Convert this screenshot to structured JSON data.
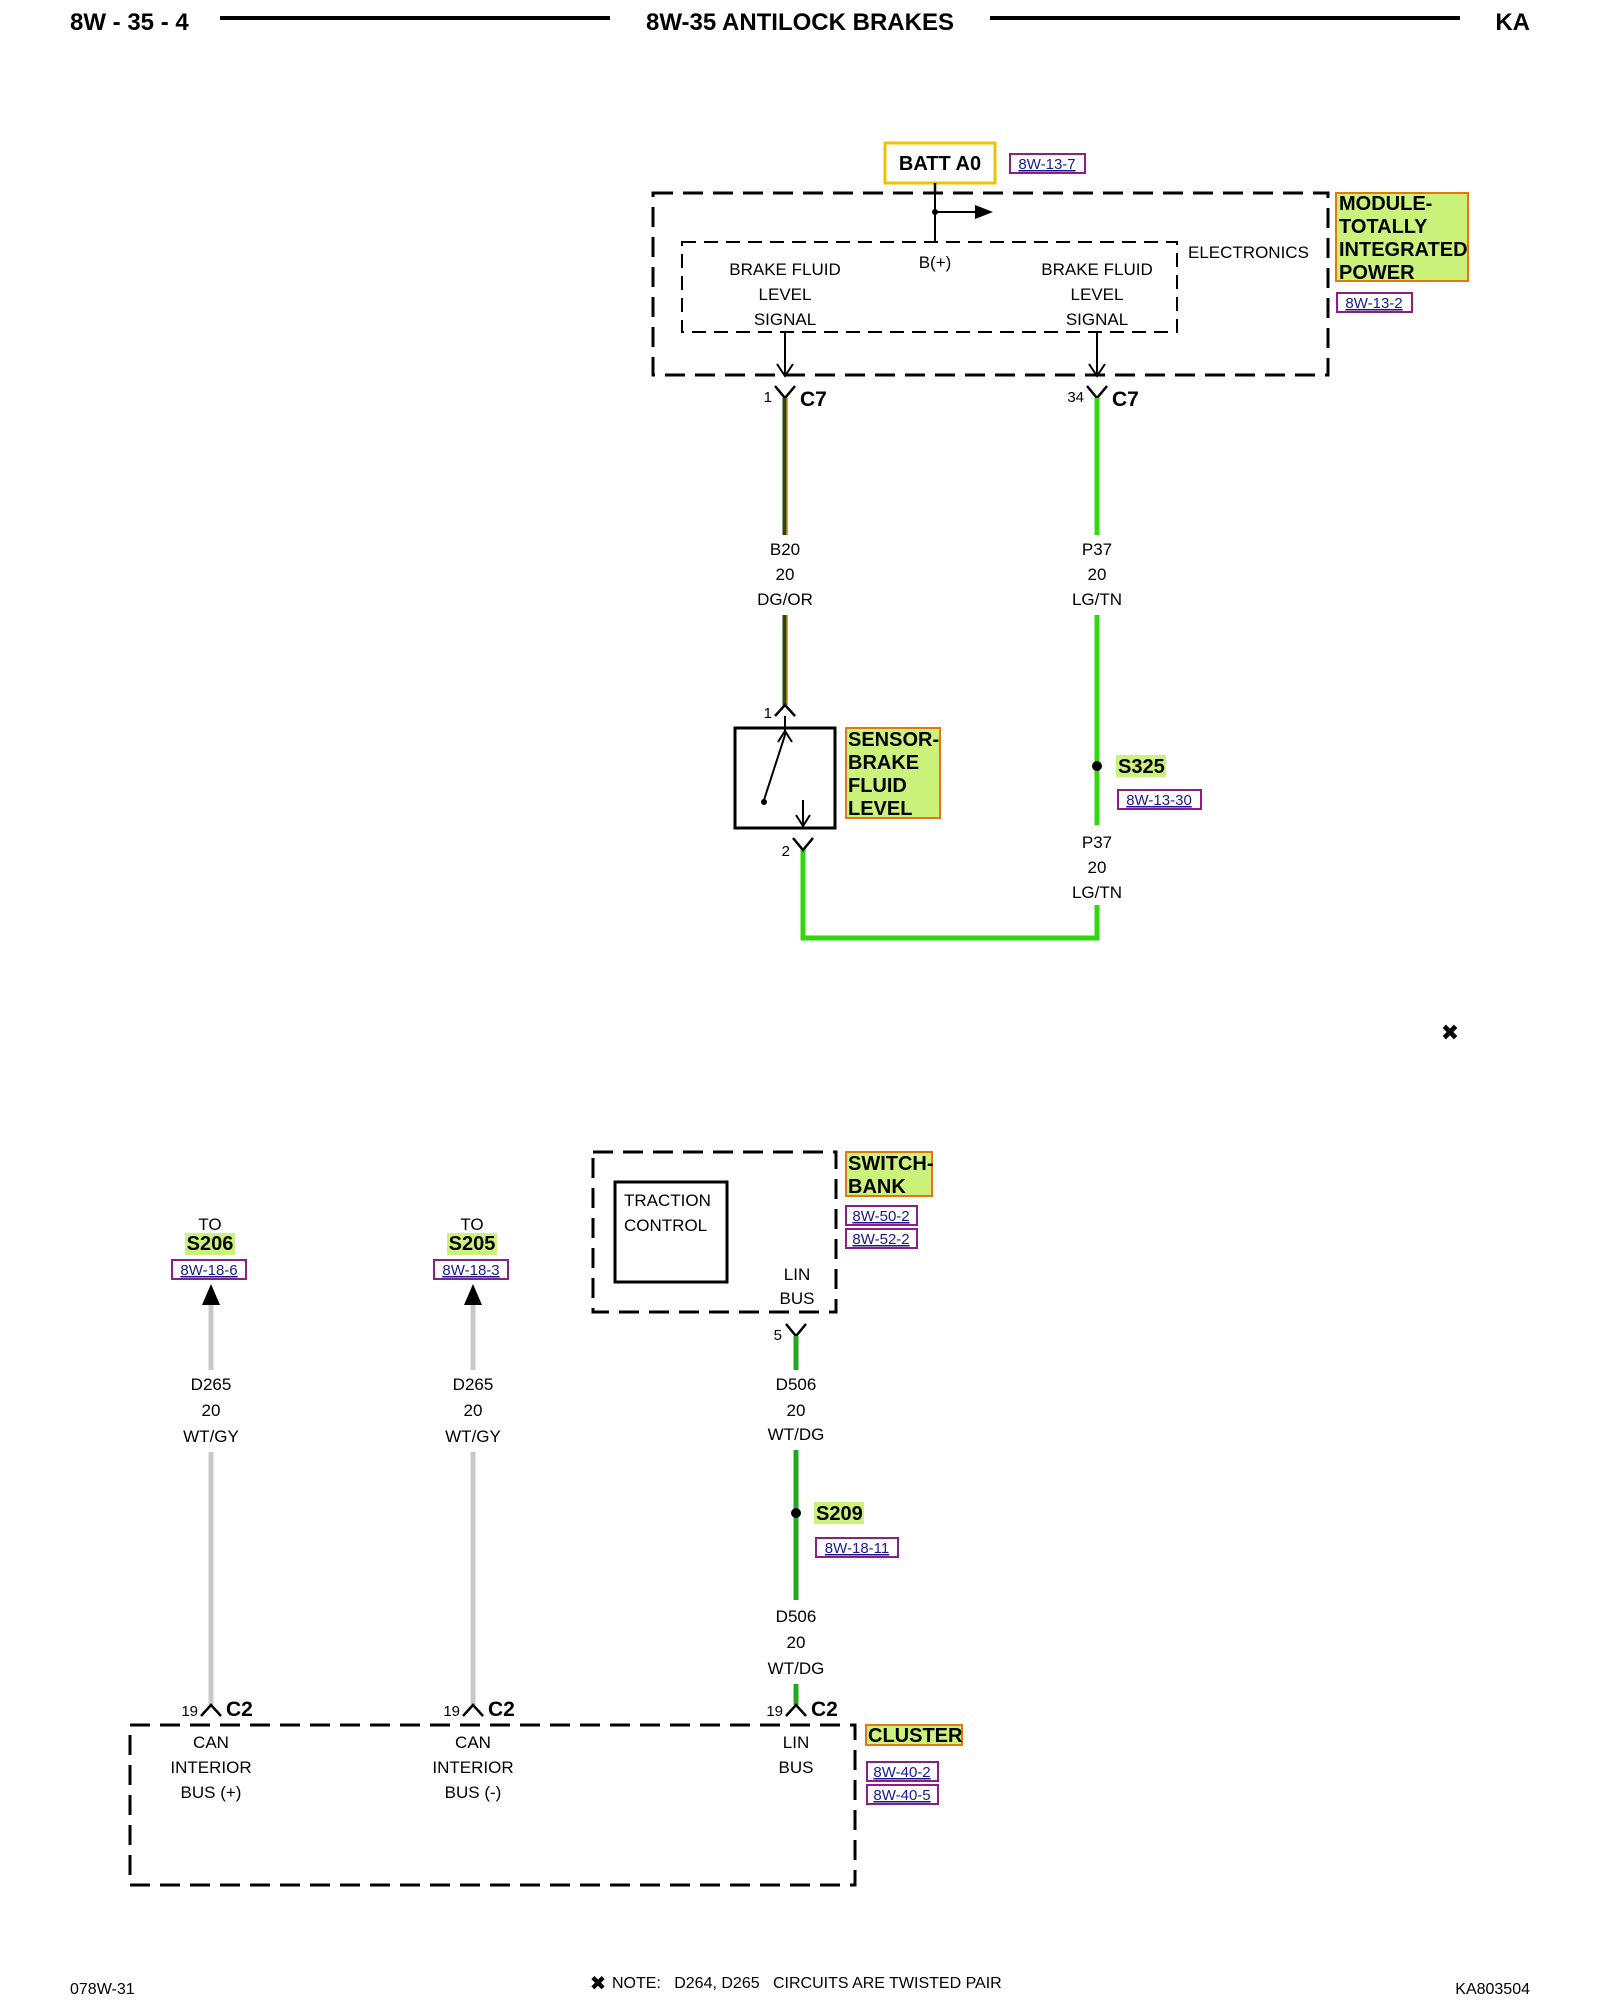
{
  "header": {
    "page_num": "8W - 35 - 4",
    "title": "8W-35 ANTILOCK BRAKES",
    "code": "KA"
  },
  "footer": {
    "left": "078W-31",
    "note": "NOTE:   D264, D265   CIRCUITS ARE TWISTED PAIR",
    "right": "KA803504"
  },
  "marker": "✖",
  "colors": {
    "dg_or_dark": "#1e4a14",
    "dg_or_stripe": "#e07a10",
    "lg_tn": "#33d611",
    "wt_gy": "#c8c8c8",
    "wt_dg": "#22a81e",
    "label_bg": "#cbf27a",
    "label_border": "#e07a10",
    "batt_border": "#f2c200",
    "ref_border": "#8a1e8a"
  },
  "batt": {
    "label": "BATT A0",
    "ref": "8W-13-7"
  },
  "tipm": {
    "name": [
      "MODULE-",
      "TOTALLY",
      "INTEGRATED",
      "POWER"
    ],
    "ref": "8W-13-2",
    "electronics": "ELECTRONICS",
    "bplus": "B(+)",
    "signal_left": [
      "BRAKE FLUID",
      "LEVEL",
      "SIGNAL"
    ],
    "signal_right": [
      "BRAKE FLUID",
      "LEVEL",
      "SIGNAL"
    ],
    "pin_left": "1",
    "conn_left": "C7",
    "pin_right": "34",
    "conn_right": "C7"
  },
  "wire_b20": {
    "circuit": "B20",
    "gauge": "20",
    "color": "DG/OR"
  },
  "wire_p37_top": {
    "circuit": "P37",
    "gauge": "20",
    "color": "LG/TN"
  },
  "wire_p37_bottom": {
    "circuit": "P37",
    "gauge": "20",
    "color": "LG/TN"
  },
  "sensor": {
    "name": [
      "SENSOR-",
      "BRAKE",
      "FLUID",
      "LEVEL"
    ],
    "pin_top": "1",
    "pin_bottom": "2"
  },
  "splice_s325": {
    "name": "S325",
    "ref": "8W-13-30"
  },
  "switch_bank": {
    "name": [
      "SWITCH-",
      "BANK"
    ],
    "refs": [
      "8W-50-2",
      "8W-52-2"
    ],
    "traction": [
      "TRACTION",
      "CONTROL"
    ],
    "lin": [
      "LIN",
      "BUS"
    ],
    "pin": "5"
  },
  "to_s206": {
    "to": "TO",
    "name": "S206",
    "ref": "8W-18-6"
  },
  "to_s205": {
    "to": "TO",
    "name": "S205",
    "ref": "8W-18-3"
  },
  "wire_d265_left": {
    "circuit": "D265",
    "gauge": "20",
    "color": "WT/GY"
  },
  "wire_d265_right": {
    "circuit": "D265",
    "gauge": "20",
    "color": "WT/GY"
  },
  "wire_d506_top": {
    "circuit": "D506",
    "gauge": "20",
    "color": "WT/DG"
  },
  "wire_d506_bottom": {
    "circuit": "D506",
    "gauge": "20",
    "color": "WT/DG"
  },
  "splice_s209": {
    "name": "S209",
    "ref": "8W-18-11"
  },
  "cluster": {
    "name": "CLUSTER",
    "refs": [
      "8W-40-2",
      "8W-40-5"
    ],
    "pin_a": "19",
    "conn_a": "C2",
    "label_a": [
      "CAN",
      "INTERIOR",
      "BUS (+)"
    ],
    "pin_b": "19",
    "conn_b": "C2",
    "label_b": [
      "CAN",
      "INTERIOR",
      "BUS (-)"
    ],
    "pin_c": "19",
    "conn_c": "C2",
    "label_c": [
      "LIN",
      "BUS"
    ]
  }
}
